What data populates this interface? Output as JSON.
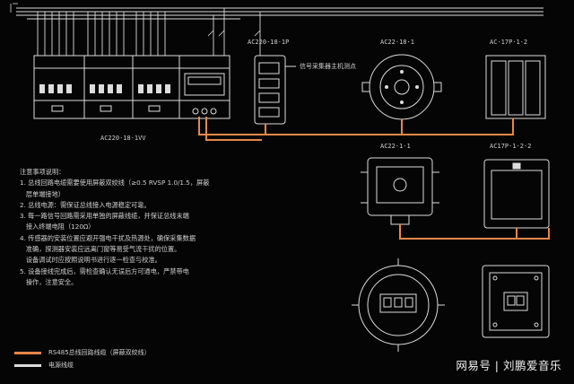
{
  "colors": {
    "bus": "#e8874a",
    "line": "#dcdcdc",
    "bg": "#050505"
  },
  "labels": {
    "module_rack": "AC220·18·1VV",
    "din_module": "AC220·18·1P",
    "din_callout": "信号采集器主机测点",
    "round_sensor_top": "AC22·18·1",
    "switch_top": "AC·17P·1·2",
    "box_sensor": "AC22·1·1",
    "panel_sensor": "AC17P·1·2·2"
  },
  "notes": [
    "注意事项说明：",
    "1. 总线回路电缆需要使用屏蔽双绞线（≥0.5 RVSP 1.0/1.5，屏蔽",
    "   层单端接地）",
    "2. 总线电源：需保证总线接入电源稳定可靠。",
    "3. 每一路信号回路需采用单独的屏蔽线缆，并保证总线末端",
    "   接入终端电阻（120Ω）",
    "4. 传感器的安装位置应避开强电干扰及热源处，确保采集数据",
    "   准确，探测器安装应远离门窗等易受气流干扰的位置。",
    "   设备调试时应按照说明书进行逐一检查与校准。",
    "5. 设备接线完成后，需检查确认无误后方可通电，严禁带电",
    "   操作，注意安全。"
  ],
  "legend": [
    {
      "color": "#e8874a",
      "text": "RS485总线回路线缆（屏蔽双绞线）"
    },
    {
      "color": "#dcdcdc",
      "text": "电源线缆"
    }
  ],
  "watermark": "网易号 | 刘鹏爱音乐"
}
